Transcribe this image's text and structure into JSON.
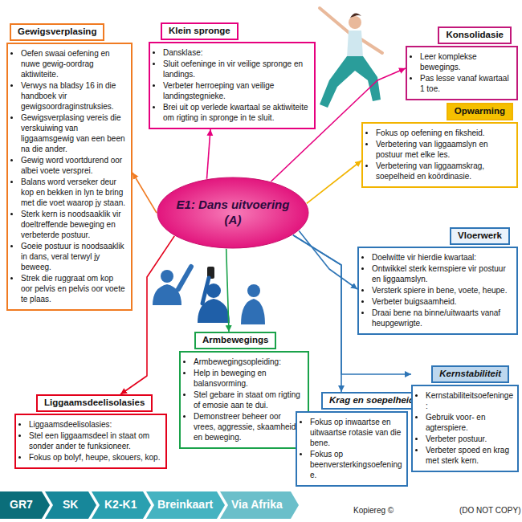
{
  "diagram": {
    "nodes": [
      {
        "text": [
          "Gewigsverplasing",
          "Oefen swaai oefening en nuwe gewig-oordrag aktiwiteite.",
          "Verwys na bladsy 16 in die handboek vir gewigsoordraginstruksies.",
          "Gewigsverplasing vereis die verskuiwing van liggaamsgewig van een been na die ander.",
          "Gewig word voortdurend oor albei voete versprei.",
          "Balans word verseker deur kop en bekken in lyn te bring met die voet waarop jy staan.",
          "Sterk kern is noodsaaklik vir doeltreffende beweging en verbeterde postuur.",
          "Goeie postuur is noodsaaklik in dans, veral terwyl jy beweeg.",
          "Strek die ruggraat om kop oor pelvis en pelvis oor voete te plaas."
        ]
      },
      {
        "text": [
          "Klein spronge",
          "Dansklase:",
          "Sluit oefeninge in vir veilige spronge en landings.",
          "Verbeter herroeping van veilige landingstegnieke.",
          "Brei uit op verlede kwartaal se aktiwiteite om rigting in spronge in te sluit."
        ]
      },
      {
        "text": [
          "Konsolidasie",
          "Leer komplekse bewegings.",
          "Pas lesse vanaf kwartaal 1 toe."
        ]
      },
      {
        "text": [
          "Opwarming",
          "Fokus op oefening en fiksheid.",
          "Verbetering van liggaamslyn en postuur met elke les.",
          "Verbetering van liggaamskrag, soepelheid en koördinasie."
        ]
      },
      {
        "text": [
          "E1: Dans uitvoering (A)"
        ]
      },
      {
        "text": [
          "Vloerwerk",
          "Doelwitte vir hierdie kwartaal:",
          "Ontwikkel sterk kernspiere vir postuur en liggaamslyn.",
          "Versterk spiere in bene, voete, heupe.",
          "Verbeter buigsaamheid.",
          "Draai bene na binne/uitwaarts vanaf heupgewrigte."
        ]
      },
      {
        "text": [
          "Armbewegings",
          "Armbewegingsopleiding:",
          "Help in beweging en balansvorming.",
          "Stel gebare in staat om rigting of emosie aan te dui.",
          "Demonstreer beheer oor vrees, aggressie, skaamheid en beweging."
        ]
      },
      {
        "text": [
          "Liggaamsdeelisolasies",
          "Liggaamsdeelisolasies:",
          "Stel een liggaamsdeel in staat om sonder ander te funksioneer.",
          "Fokus op bolyf, heupe, skouers, kop."
        ]
      },
      {
        "text": [
          "Krag en soepelheid",
          "Fokus op inwaartse en uitwaartse rotasie van die bene.",
          "Fokus op beenversterkingsoefeninge."
        ]
      },
      {
        "text": [
          "Kernstabiliteit",
          "Kernstabiliteitsoefeninge:",
          "Gebruik voor- en agterspiere.",
          "Verbeter postuur.",
          "Verbeter spoed en krag met sterk kern."
        ]
      }
    ],
    "edges": [
      {
        "from": 4,
        "to": 0,
        "arrow": "to"
      },
      {
        "from": 4,
        "to": 1,
        "arrow": "to"
      },
      {
        "from": 4,
        "to": 2,
        "arrow": "to"
      },
      {
        "from": 4,
        "to": 3,
        "arrow": "to"
      },
      {
        "from": 4,
        "to": 5,
        "arrow": "to"
      },
      {
        "from": 4,
        "to": 9,
        "arrow": "to"
      },
      {
        "from": 4,
        "to": 8,
        "arrow": "to"
      },
      {
        "from": 4,
        "to": 6,
        "arrow": "to"
      },
      {
        "from": 4,
        "to": 7,
        "arrow": "to"
      }
    ],
    "labels": [
      "GR7",
      "SK",
      "K2-K1",
      "Breinkaart",
      "Via Afrika",
      "Kopiereg ©",
      "(DO NOT COPY)"
    ]
  }
}
